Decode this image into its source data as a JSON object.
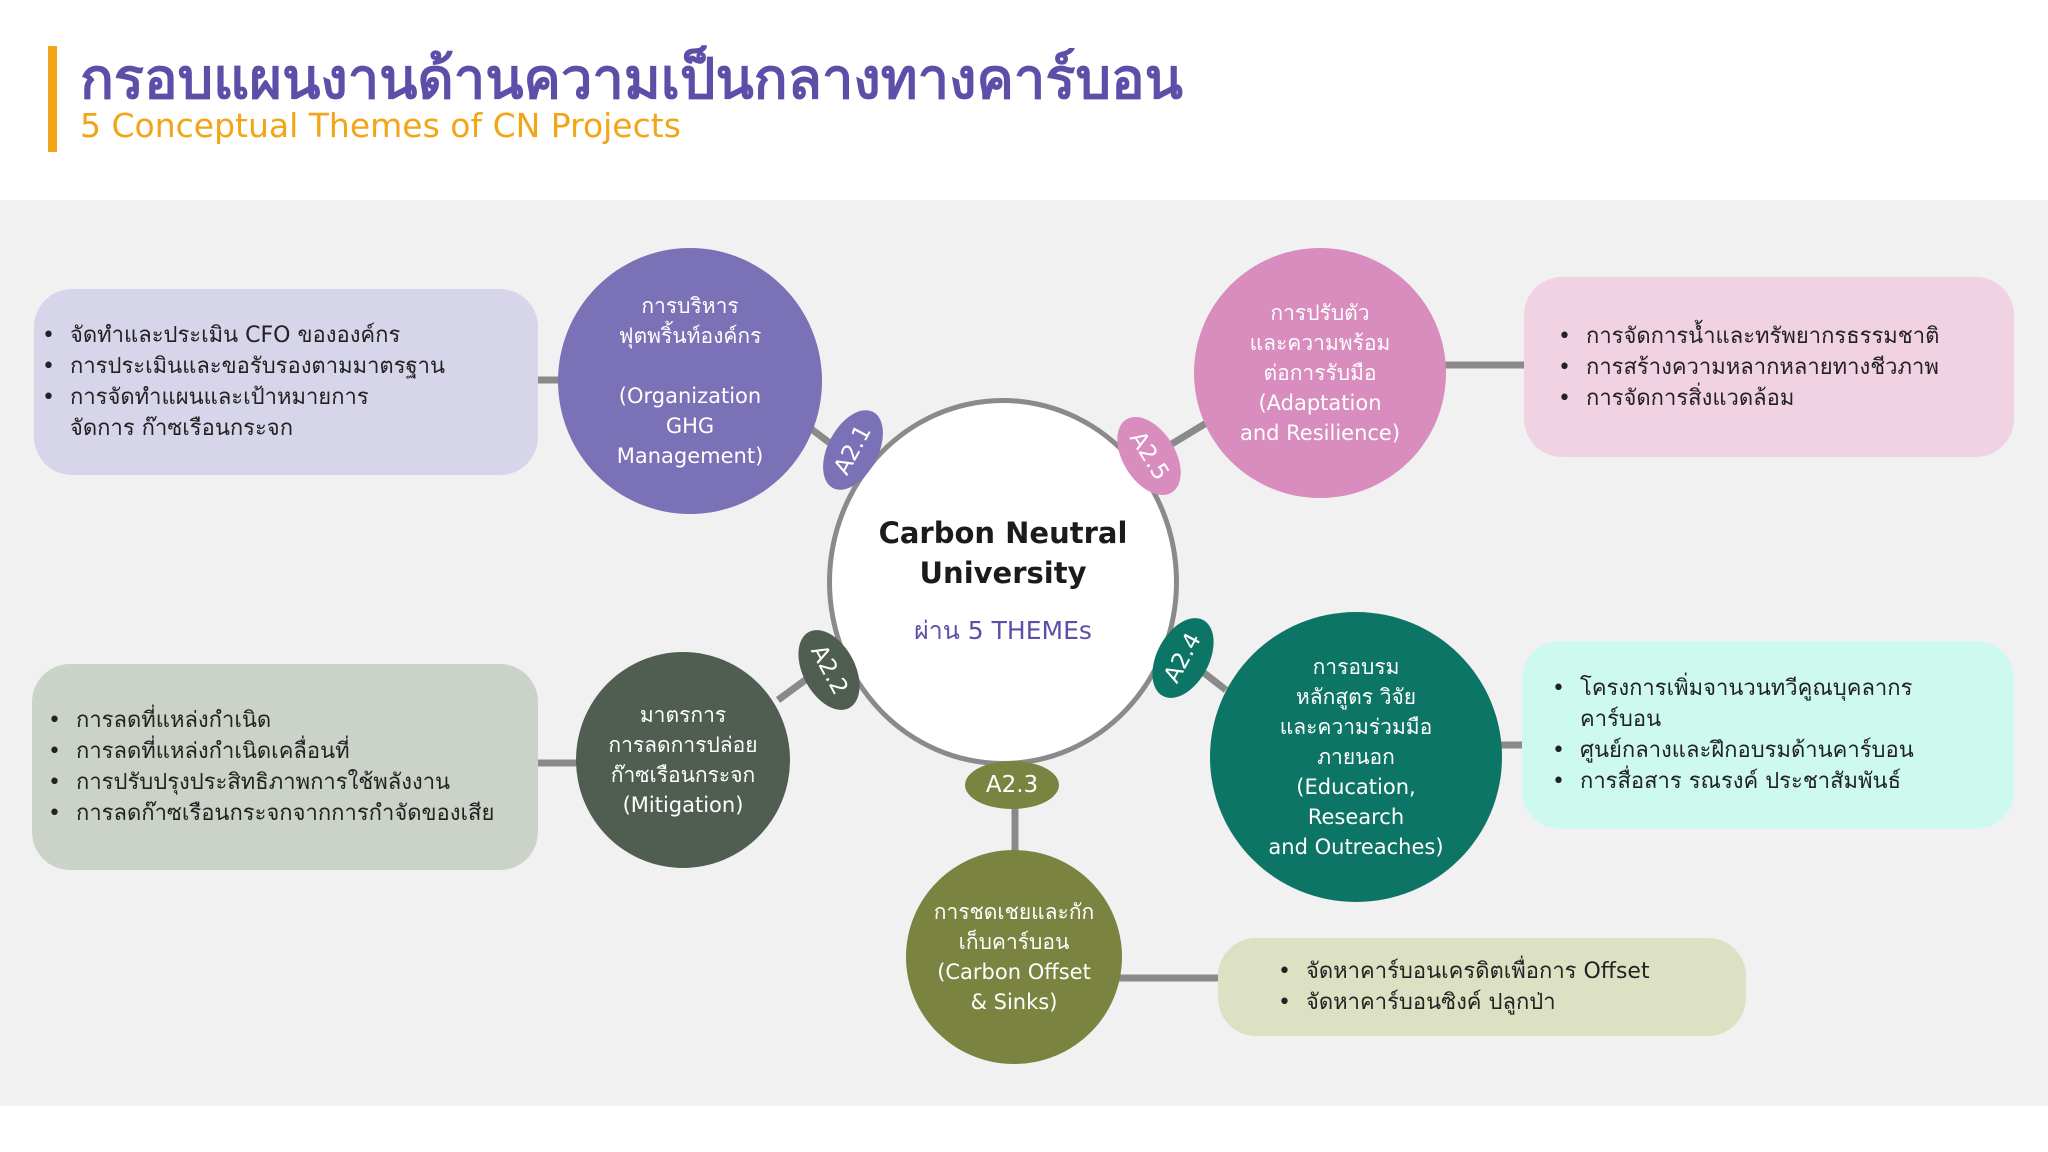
{
  "header": {
    "title": "กรอบแผนงานด้านความเป็นกลางทางคาร์บอน",
    "subtitle": "5 Conceptual Themes of CN Projects"
  },
  "center": {
    "title_line1": "Carbon Neutral",
    "title_line2": "University",
    "subtitle": "ผ่าน 5 THEMEs"
  },
  "themes": [
    {
      "badge": "A2.1",
      "lines": [
        "การบริหาร",
        "ฟุตพริ้นท์องค์กร",
        "",
        "(Organization",
        "GHG",
        "Management)"
      ],
      "items": [
        "จัดทำและประเมิน CFO ขององค์กร",
        "การประเมินและขอรับรองตามมาตรฐาน",
        "การจัดทำแผนและเป้าหมายการ จัดการ ก๊าซเรือนกระจก"
      ]
    },
    {
      "badge": "A2.2",
      "lines": [
        "มาตรการ",
        "การลดการปล่อย",
        "ก๊าซเรือนกระจก",
        "(Mitigation)"
      ],
      "items": [
        "การลดที่แหล่งกำเนิด",
        "การลดที่แหล่งกำเนิดเคลื่อนที่",
        "การปรับปรุงประสิทธิภาพการใช้พลังงาน",
        "การลดก๊าซเรือนกระจกจากการกำจัดของเสีย"
      ]
    },
    {
      "badge": "A2.3",
      "lines": [
        "การชดเชยและกัก",
        "เก็บคาร์บอน",
        "(Carbon Offset",
        "& Sinks)"
      ],
      "items": [
        "จัดหาคาร์บอนเครดิตเพื่อการ Offset",
        "จัดหาคาร์บอนซิงค์ ปลูกป่า"
      ]
    },
    {
      "badge": "A2.4",
      "lines": [
        "การอบรม",
        "หลักสูตร วิจัย",
        "และความร่วมมือ",
        "ภายนอก",
        "(Education,",
        "Research",
        "and Outreaches)"
      ],
      "items": [
        "โครงการเพิ่มจานวนทวีคูณบุคลากร คาร์บอน",
        "ศูนย์กลางและฝึกอบรมด้านคาร์บอน",
        "การสื่อสาร รณรงค์ ประชาสัมพันธ์"
      ]
    },
    {
      "badge": "A2.5",
      "lines": [
        "การปรับตัว",
        "และความพร้อม",
        "ต่อการรับมือ",
        "(Adaptation",
        "and Resilience)"
      ],
      "items": [
        "การจัดการน้ำและทรัพยากรธรรมชาติ",
        "การสร้างความหลากหลายทางชีวภาพ",
        "การจัดการสิ่งแวดล้อม"
      ]
    }
  ],
  "colors": {
    "a21": "#7a71b6",
    "a22": "#505e52",
    "a23": "#7a8440",
    "a24": "#0d7565",
    "a25": "#d98cbe",
    "box21": "#d6d5ea",
    "box22": "#cbd3c9",
    "box23": "#dde1c4",
    "box24": "#cef9ef",
    "box25": "#f1d2e3",
    "accent": "#f2a516",
    "title": "#5b4fa8"
  }
}
